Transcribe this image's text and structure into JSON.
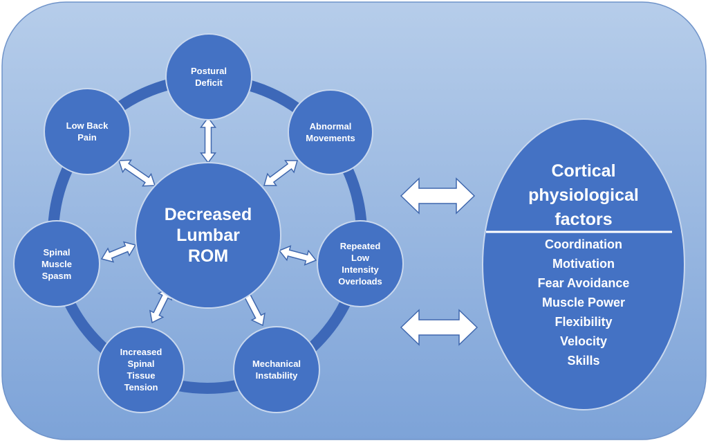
{
  "diagram": {
    "center_label": [
      "Decreased",
      "Lumbar",
      "ROM"
    ],
    "nodes": [
      {
        "id": "postural-deficit",
        "lines": [
          "Postural",
          "Deficit"
        ]
      },
      {
        "id": "abnormal-movements",
        "lines": [
          "Abnormal",
          "Movements"
        ]
      },
      {
        "id": "repeated-low-intensity-overloads",
        "lines": [
          "Repeated",
          "Low",
          "Intensity",
          "Overloads"
        ]
      },
      {
        "id": "mechanical-instability",
        "lines": [
          "Mechanical",
          "Instability"
        ]
      },
      {
        "id": "increased-spinal-tissue-tension",
        "lines": [
          "Increased",
          "Spinal",
          "Tissue",
          "Tension"
        ]
      },
      {
        "id": "spinal-muscle-spasm",
        "lines": [
          "Spinal",
          "Muscle",
          "Spasm"
        ]
      },
      {
        "id": "low-back-pain",
        "lines": [
          "Low Back",
          "Pain"
        ]
      }
    ],
    "factors": {
      "title": [
        "Cortical",
        "physiological",
        "factors"
      ],
      "items": [
        "Coordination",
        "Motivation",
        "Fear Avoidance",
        "Muscle Power",
        "Flexibility",
        "Velocity",
        "Skills"
      ]
    },
    "colors": {
      "node_fill": "#4472c4",
      "node_stroke": "#c9d8ee",
      "ring": "#3d68b8",
      "background_light": "#b4cbe9",
      "background_dark": "#7fa6da",
      "arrow_fill": "#ffffff",
      "arrow_stroke": "#3f67ad"
    }
  }
}
